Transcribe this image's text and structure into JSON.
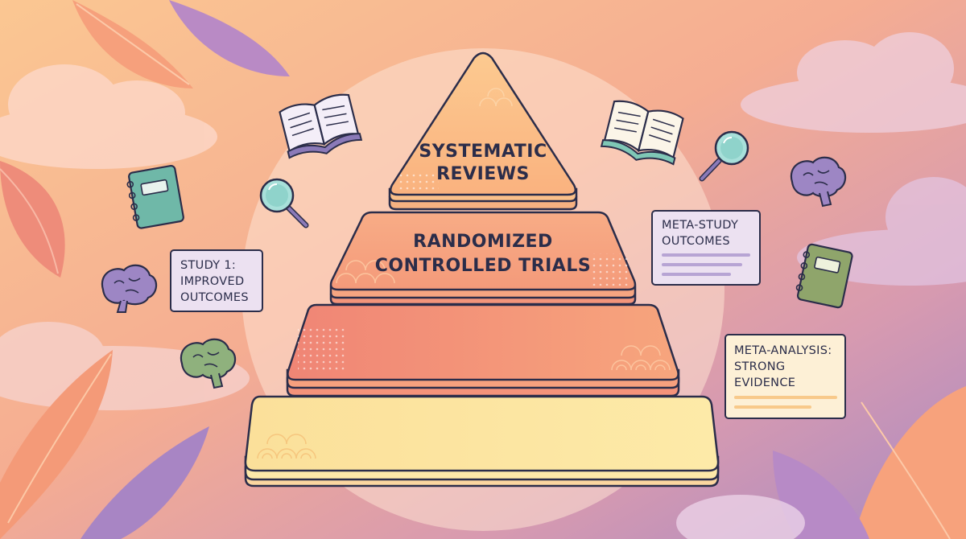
{
  "pyramid": {
    "tier1_line1": "SYSTEMATIC",
    "tier1_line2": "REVIEWS",
    "tier2_line1": "RANDOMIZED",
    "tier2_line2": "CONTROLLED TRIALS"
  },
  "notes": {
    "study": {
      "line1": "STUDY 1:",
      "line2": "IMPROVED",
      "line3": "OUTCOMES"
    },
    "meta_study": {
      "line1": "META-STUDY",
      "line2": "OUTCOMES"
    },
    "meta_analysis": {
      "line1": "META-ANALYSIS:",
      "line2": "STRONG",
      "line3": "EVIDENCE"
    }
  },
  "colors": {
    "outline": "#2b2d4a",
    "tier1": "#fbc08a",
    "tier2": "#f6a27f",
    "tier3": "#f29679",
    "tier4": "#fbe4a2",
    "note_bg": "#ecdff2",
    "note_alt_bg": "#fdf0d6"
  }
}
